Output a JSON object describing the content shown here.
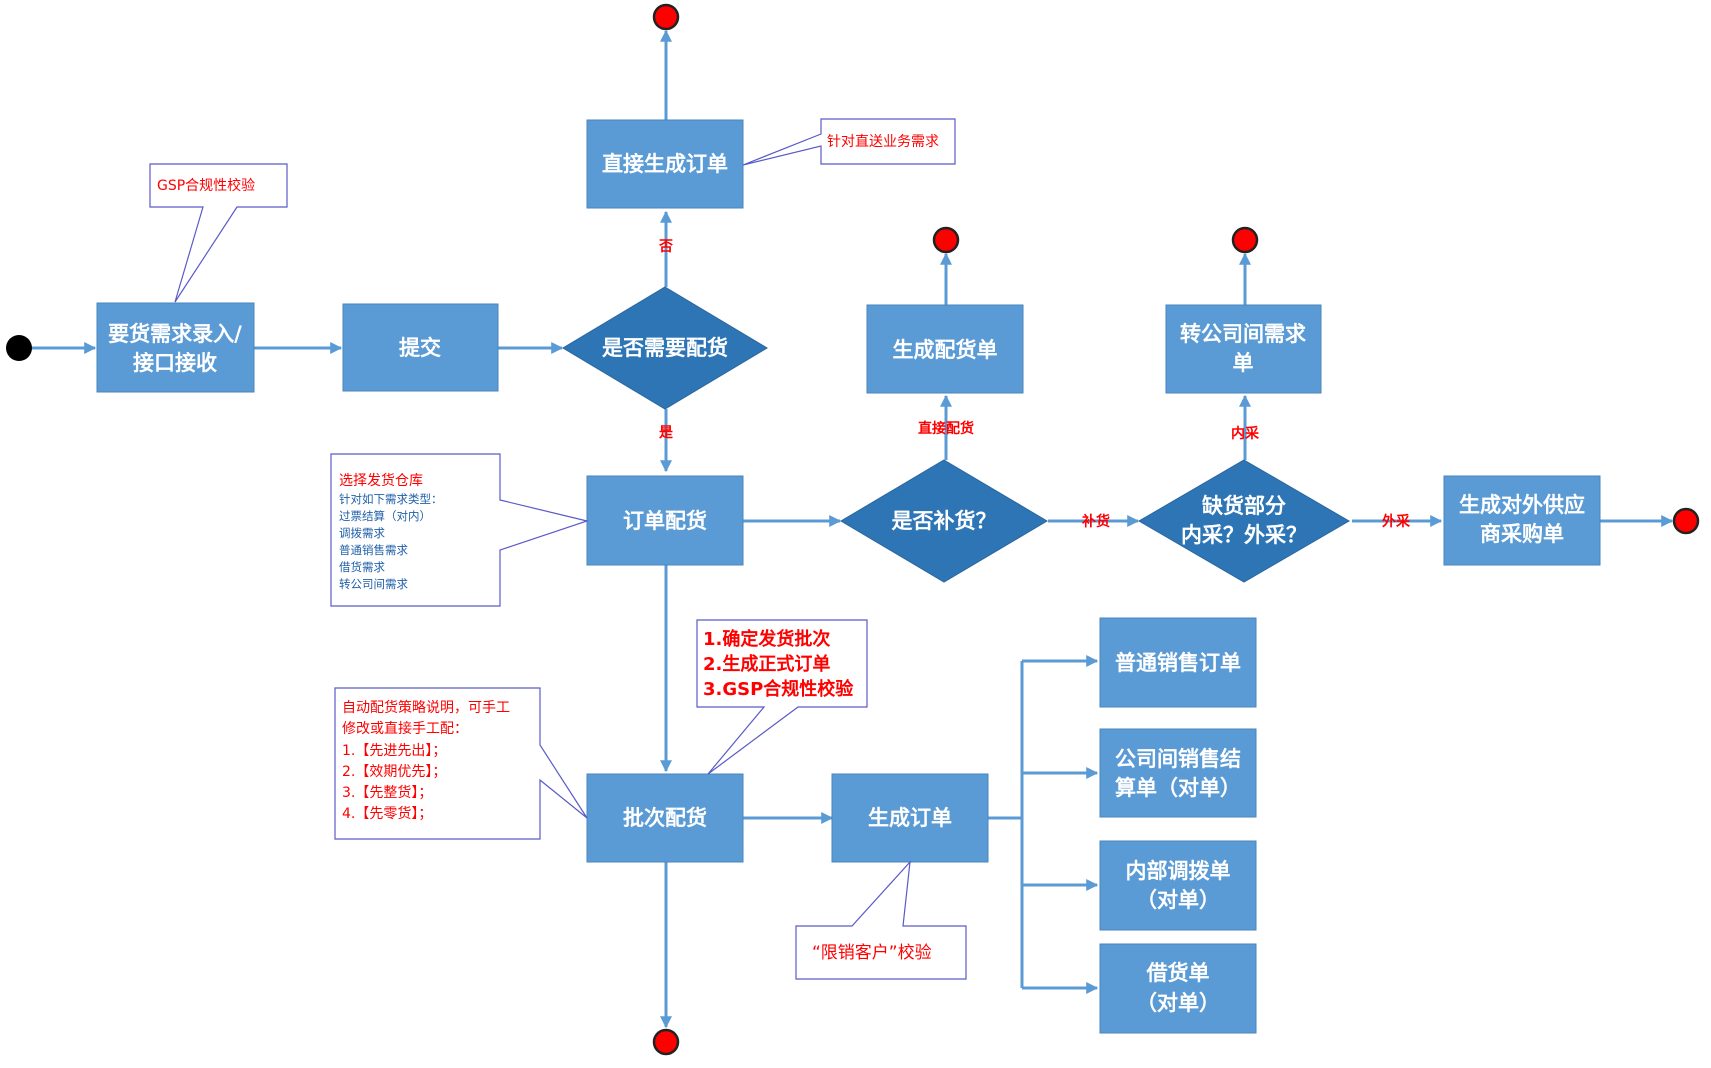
{
  "nodes": {
    "entry": [
      "要货需求录入/",
      "接口接收"
    ],
    "submit": "提交",
    "need_alloc": "是否需要配货",
    "direct_order": "直接生成订单",
    "order_alloc": "订单配货",
    "replenish": "是否补货？",
    "gen_alloc_doc": "生成配货单",
    "shortage": [
      "缺货部分",
      "内采？外采？"
    ],
    "intercompany_req": [
      "转公司间需求",
      "单"
    ],
    "external_po": [
      "生成对外供应",
      "商采购单"
    ],
    "batch_alloc": "批次配货",
    "gen_order": "生成订单",
    "normal_sales": "普通销售订单",
    "intercompany_sales": [
      "公司间销售结",
      "算单（对单）"
    ],
    "internal_transfer": [
      "内部调拨单",
      "（对单）"
    ],
    "loan": [
      "借货单",
      "（对单）"
    ]
  },
  "edge_labels": {
    "no": "否",
    "yes": "是",
    "direct_alloc": "直接配货",
    "replenish": "补货",
    "internal": "内采",
    "external": "外采"
  },
  "callouts": {
    "gsp": "GSP合规性校验",
    "direct_delivery": "针对直送业务需求",
    "warehouse": {
      "title": "选择发货仓库",
      "lines": [
        "针对如下需求类型：",
        "过票结算（对内）",
        "调拨需求",
        "普通销售需求",
        "借货需求",
        "转公司间需求"
      ]
    },
    "confirm": [
      "1.确定发货批次",
      "2.生成正式订单",
      "3.GSP合规性校验"
    ],
    "strategy": {
      "lines": [
        "自动配货策略说明，可手工",
        "修改或直接手工配："
      ],
      "items": [
        "1.【先进先出】；",
        "2.【效期优先】；",
        "3.【先整货】；",
        "4.【先零货】；"
      ]
    },
    "restricted": "“限销客户”校验"
  },
  "colors": {
    "box_fill": "#5b9bd5",
    "diamond_fill": "#2e75b6",
    "connector": "#5b9bd5",
    "start": "#000000",
    "end": "#ff0000",
    "callout_text": "#ff0000",
    "callout_border": "#5a5ac8"
  }
}
